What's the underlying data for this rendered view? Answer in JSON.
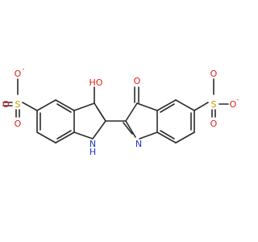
{
  "molecule": {
    "colors": {
      "bond": "#2b2b2b",
      "oxygen": "#e0201b",
      "nitrogen": "#2233cc",
      "sulfur": "#c8a000",
      "background": "#ffffff"
    },
    "labels": {
      "oh": "HO",
      "ketone_o": "O",
      "nh": "H",
      "nh_n": "N",
      "imine_n": "N",
      "s_left": "S",
      "s_right": "S",
      "o_left_top": "O",
      "o_left_mid": "O",
      "o_left_bottom": "O",
      "o_right_top": "O",
      "o_right_mid": "O",
      "o_right_bottom": "O",
      "charge_left": "-",
      "charge_right": "-"
    }
  }
}
